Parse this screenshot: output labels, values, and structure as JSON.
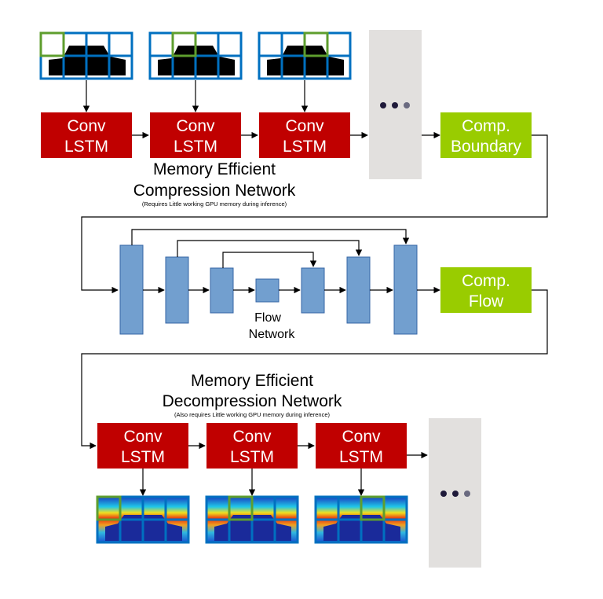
{
  "encoder": {
    "blocks": [
      {
        "line1": "Conv",
        "line2": "LSTM"
      },
      {
        "line1": "Conv",
        "line2": "LSTM"
      },
      {
        "line1": "Conv",
        "line2": "LSTM"
      }
    ],
    "title_line1": "Memory Efficient",
    "title_line2": "Compression Network",
    "note": "(Requires Little working GPU memory during inference)"
  },
  "decoder": {
    "blocks": [
      {
        "line1": "Conv",
        "line2": "LSTM"
      },
      {
        "line1": "Conv",
        "line2": "LSTM"
      },
      {
        "line1": "Conv",
        "line2": "LSTM"
      }
    ],
    "title_line1": "Memory Efficient",
    "title_line2": "Decompression Network",
    "note": "(Also requires Little working GPU memory during inference)"
  },
  "comp_boundary": {
    "line1": "Comp.",
    "line2": "Boundary"
  },
  "comp_flow": {
    "line1": "Comp.",
    "line2": "Flow"
  },
  "flow_network": {
    "line1": "Flow",
    "line2": "Network"
  },
  "colors": {
    "conv_lstm": "#c00000",
    "comp_box": "#99cc00",
    "flow_block": "#729fcf",
    "ellipsis_panel": "#e2e0de",
    "grid_blue": "#0070c0",
    "highlight_green": "#5e9e2e"
  }
}
